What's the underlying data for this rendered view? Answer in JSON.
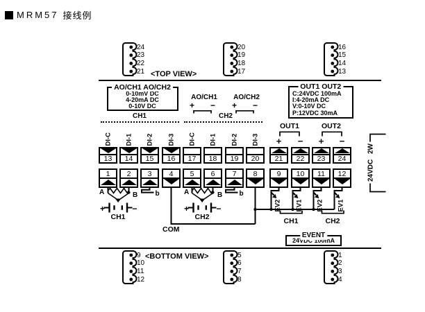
{
  "title": {
    "bullet": "■",
    "model": "MRM57",
    "suffix": "接线例"
  },
  "views": {
    "top": "<TOP VIEW>",
    "bottom": "<BOTTOM VIEW>"
  },
  "connectors": {
    "top": [
      [
        "24",
        "23",
        "22",
        "21"
      ],
      [
        "20",
        "19",
        "18",
        "17"
      ],
      [
        "16",
        "15",
        "14",
        "13"
      ]
    ],
    "bottom": [
      [
        "9",
        "10",
        "11",
        "12"
      ],
      [
        "5",
        "6",
        "7",
        "8"
      ],
      [
        "1",
        "2",
        "3",
        "4"
      ]
    ]
  },
  "boxes": {
    "ao": {
      "legend": "AO/CH1 AO/CH2",
      "lines": [
        "0-10mV DC",
        "4-20mA DC",
        "0-10V DC"
      ]
    },
    "out": {
      "legend": "OUT1 OUT2",
      "lines": [
        "C:24VDC 100mA",
        "I:4-20mA DC",
        "V:0-10V DC",
        "P:12VDC 30mA"
      ]
    },
    "event": {
      "legend": "EVENT",
      "lines": [
        "24VDC 100mA"
      ]
    }
  },
  "analog_outputs": {
    "ch1": "AO/CH1",
    "ch2": "AO/CH2",
    "signs": [
      "+",
      "−",
      "+",
      "−"
    ]
  },
  "channels": {
    "ch1": "CH1",
    "ch2": "CH2"
  },
  "di_labels": [
    "DI-C",
    "DI-1",
    "DI-2",
    "DI-3",
    "DI-C",
    "DI-1",
    "DI-2",
    "DI-3"
  ],
  "outputs": {
    "out1": "OUT1",
    "out2": "OUT2",
    "signs": [
      "+",
      "−",
      "+",
      "−"
    ]
  },
  "terminals": {
    "top": [
      "13",
      "14",
      "15",
      "16",
      "17",
      "18",
      "19",
      "20",
      "21",
      "22",
      "23",
      "24"
    ],
    "bottom": [
      "1",
      "2",
      "3",
      "4",
      "5",
      "6",
      "7",
      "8",
      "9",
      "10",
      "11",
      "12"
    ]
  },
  "sensors": {
    "ch1": {
      "a": "A",
      "b": "B",
      "b_low": "b",
      "plus": "+",
      "minus": "−",
      "label": "CH1"
    },
    "ch2": {
      "a": "A",
      "b": "B",
      "b_low": "b",
      "plus": "+",
      "minus": "−",
      "label": "CH2"
    }
  },
  "com_label": "COM",
  "event_outputs": {
    "labels": [
      "EV2",
      "EV1",
      "EV2",
      "EV1"
    ],
    "groups": [
      "CH1",
      "CH2"
    ]
  },
  "supply_label": "24VDC 2W"
}
